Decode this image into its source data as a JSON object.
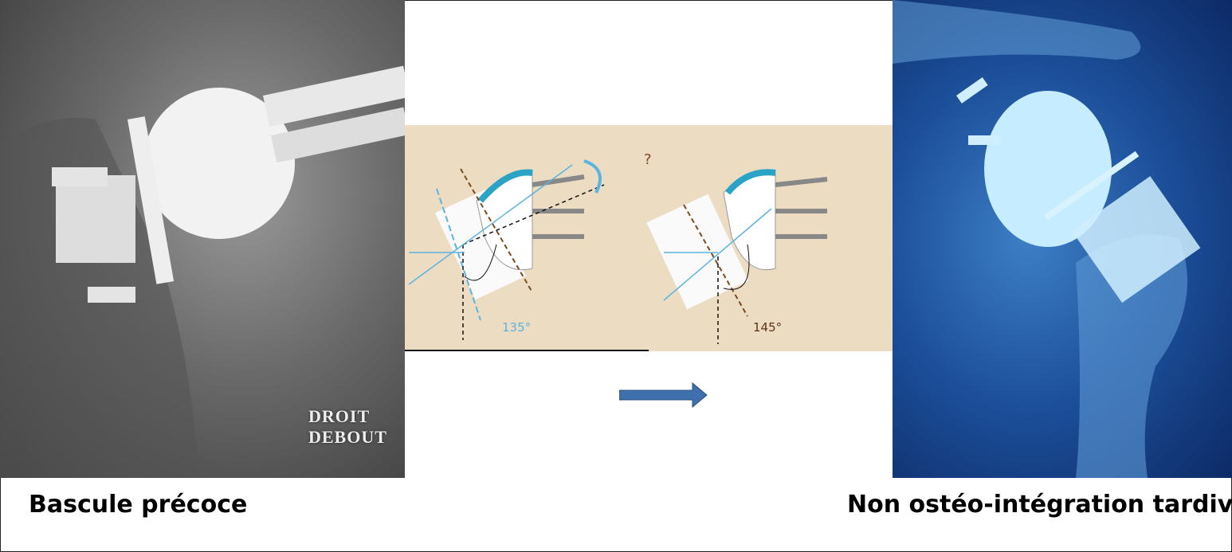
{
  "left_panel": {
    "xray_label_line1": "DROIT",
    "xray_label_line2": "DEBOUT",
    "caption": "Bascule précoce"
  },
  "middle_panel": {
    "angle_before": "135°",
    "angle_after": "145°",
    "question_mark": "?"
  },
  "right_panel": {
    "caption": "Non ostéo-intégration tardive"
  },
  "colors": {
    "diagram_bg": "#ecdcc2",
    "angle_before_color": "#5ab4e0",
    "angle_after_color": "#5a3310",
    "arrow_color": "#3f6fad"
  }
}
